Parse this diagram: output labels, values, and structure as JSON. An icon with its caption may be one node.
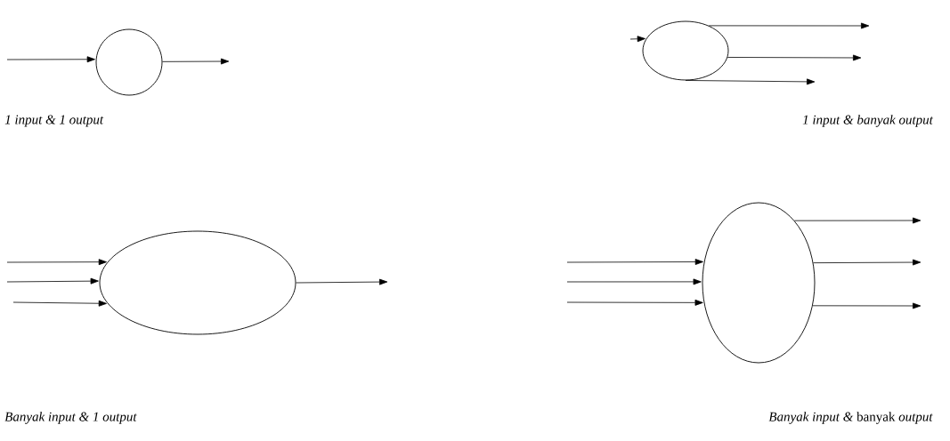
{
  "diagram": {
    "nodes": [
      {
        "text": [],
        "shape": "circle"
      },
      {
        "text": [],
        "shape": "circle"
      },
      {
        "text": [],
        "shape": "circle"
      },
      {
        "text": [],
        "shape": "circle"
      }
    ],
    "edges": [
      {
        "from": null,
        "to": 0,
        "arrow": "to"
      },
      {
        "from": 0,
        "to": null,
        "arrow": "to"
      },
      {
        "from": null,
        "to": 1,
        "arrow": "to"
      },
      {
        "from": 1,
        "to": null,
        "arrow": "to"
      },
      {
        "from": 1,
        "to": null,
        "arrow": "to"
      },
      {
        "from": 1,
        "to": null,
        "arrow": "to"
      },
      {
        "from": null,
        "to": 2,
        "arrow": "to"
      },
      {
        "from": null,
        "to": 2,
        "arrow": "to"
      },
      {
        "from": null,
        "to": 2,
        "arrow": "to"
      },
      {
        "from": 2,
        "to": null,
        "arrow": "to"
      },
      {
        "from": null,
        "to": 3,
        "arrow": "to"
      },
      {
        "from": null,
        "to": 3,
        "arrow": "to"
      },
      {
        "from": null,
        "to": 3,
        "arrow": "to"
      },
      {
        "from": 3,
        "to": null,
        "arrow": "to"
      },
      {
        "from": 3,
        "to": null,
        "arrow": "to"
      },
      {
        "from": 3,
        "to": null,
        "arrow": "to"
      }
    ],
    "labels": [
      "1 input & 1 output",
      "1 input & banyak output",
      "Banyak input & 1 output",
      "*Banyak input &* banyak *output*"
    ]
  }
}
